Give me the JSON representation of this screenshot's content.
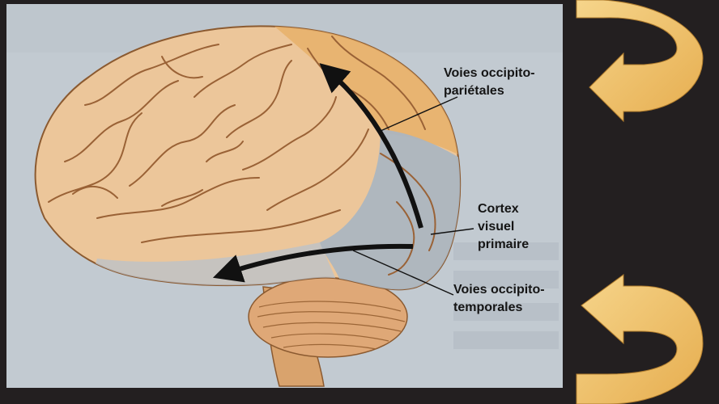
{
  "diagram": {
    "labels": {
      "occipito_parietal": [
        "Voies occipito-",
        "pariétales"
      ],
      "primary_visual_cortex": [
        "Cortex",
        "visuel",
        "primaire"
      ],
      "occipito_temporal": [
        "Voies occipito-",
        "temporales"
      ]
    },
    "colors": {
      "background": "#231f20",
      "panel": "#bfc8cf",
      "brain": "#ecc69a",
      "parietal_region": "#e8b06a",
      "occipital_region": "#aab6c2",
      "arrows_pathway": "#111111",
      "nav_arrows": "#f3c56e"
    }
  },
  "nav": {
    "top_arrow_icon": "curved-arrow-left-icon",
    "bottom_arrow_icon": "curved-arrow-left-icon"
  }
}
